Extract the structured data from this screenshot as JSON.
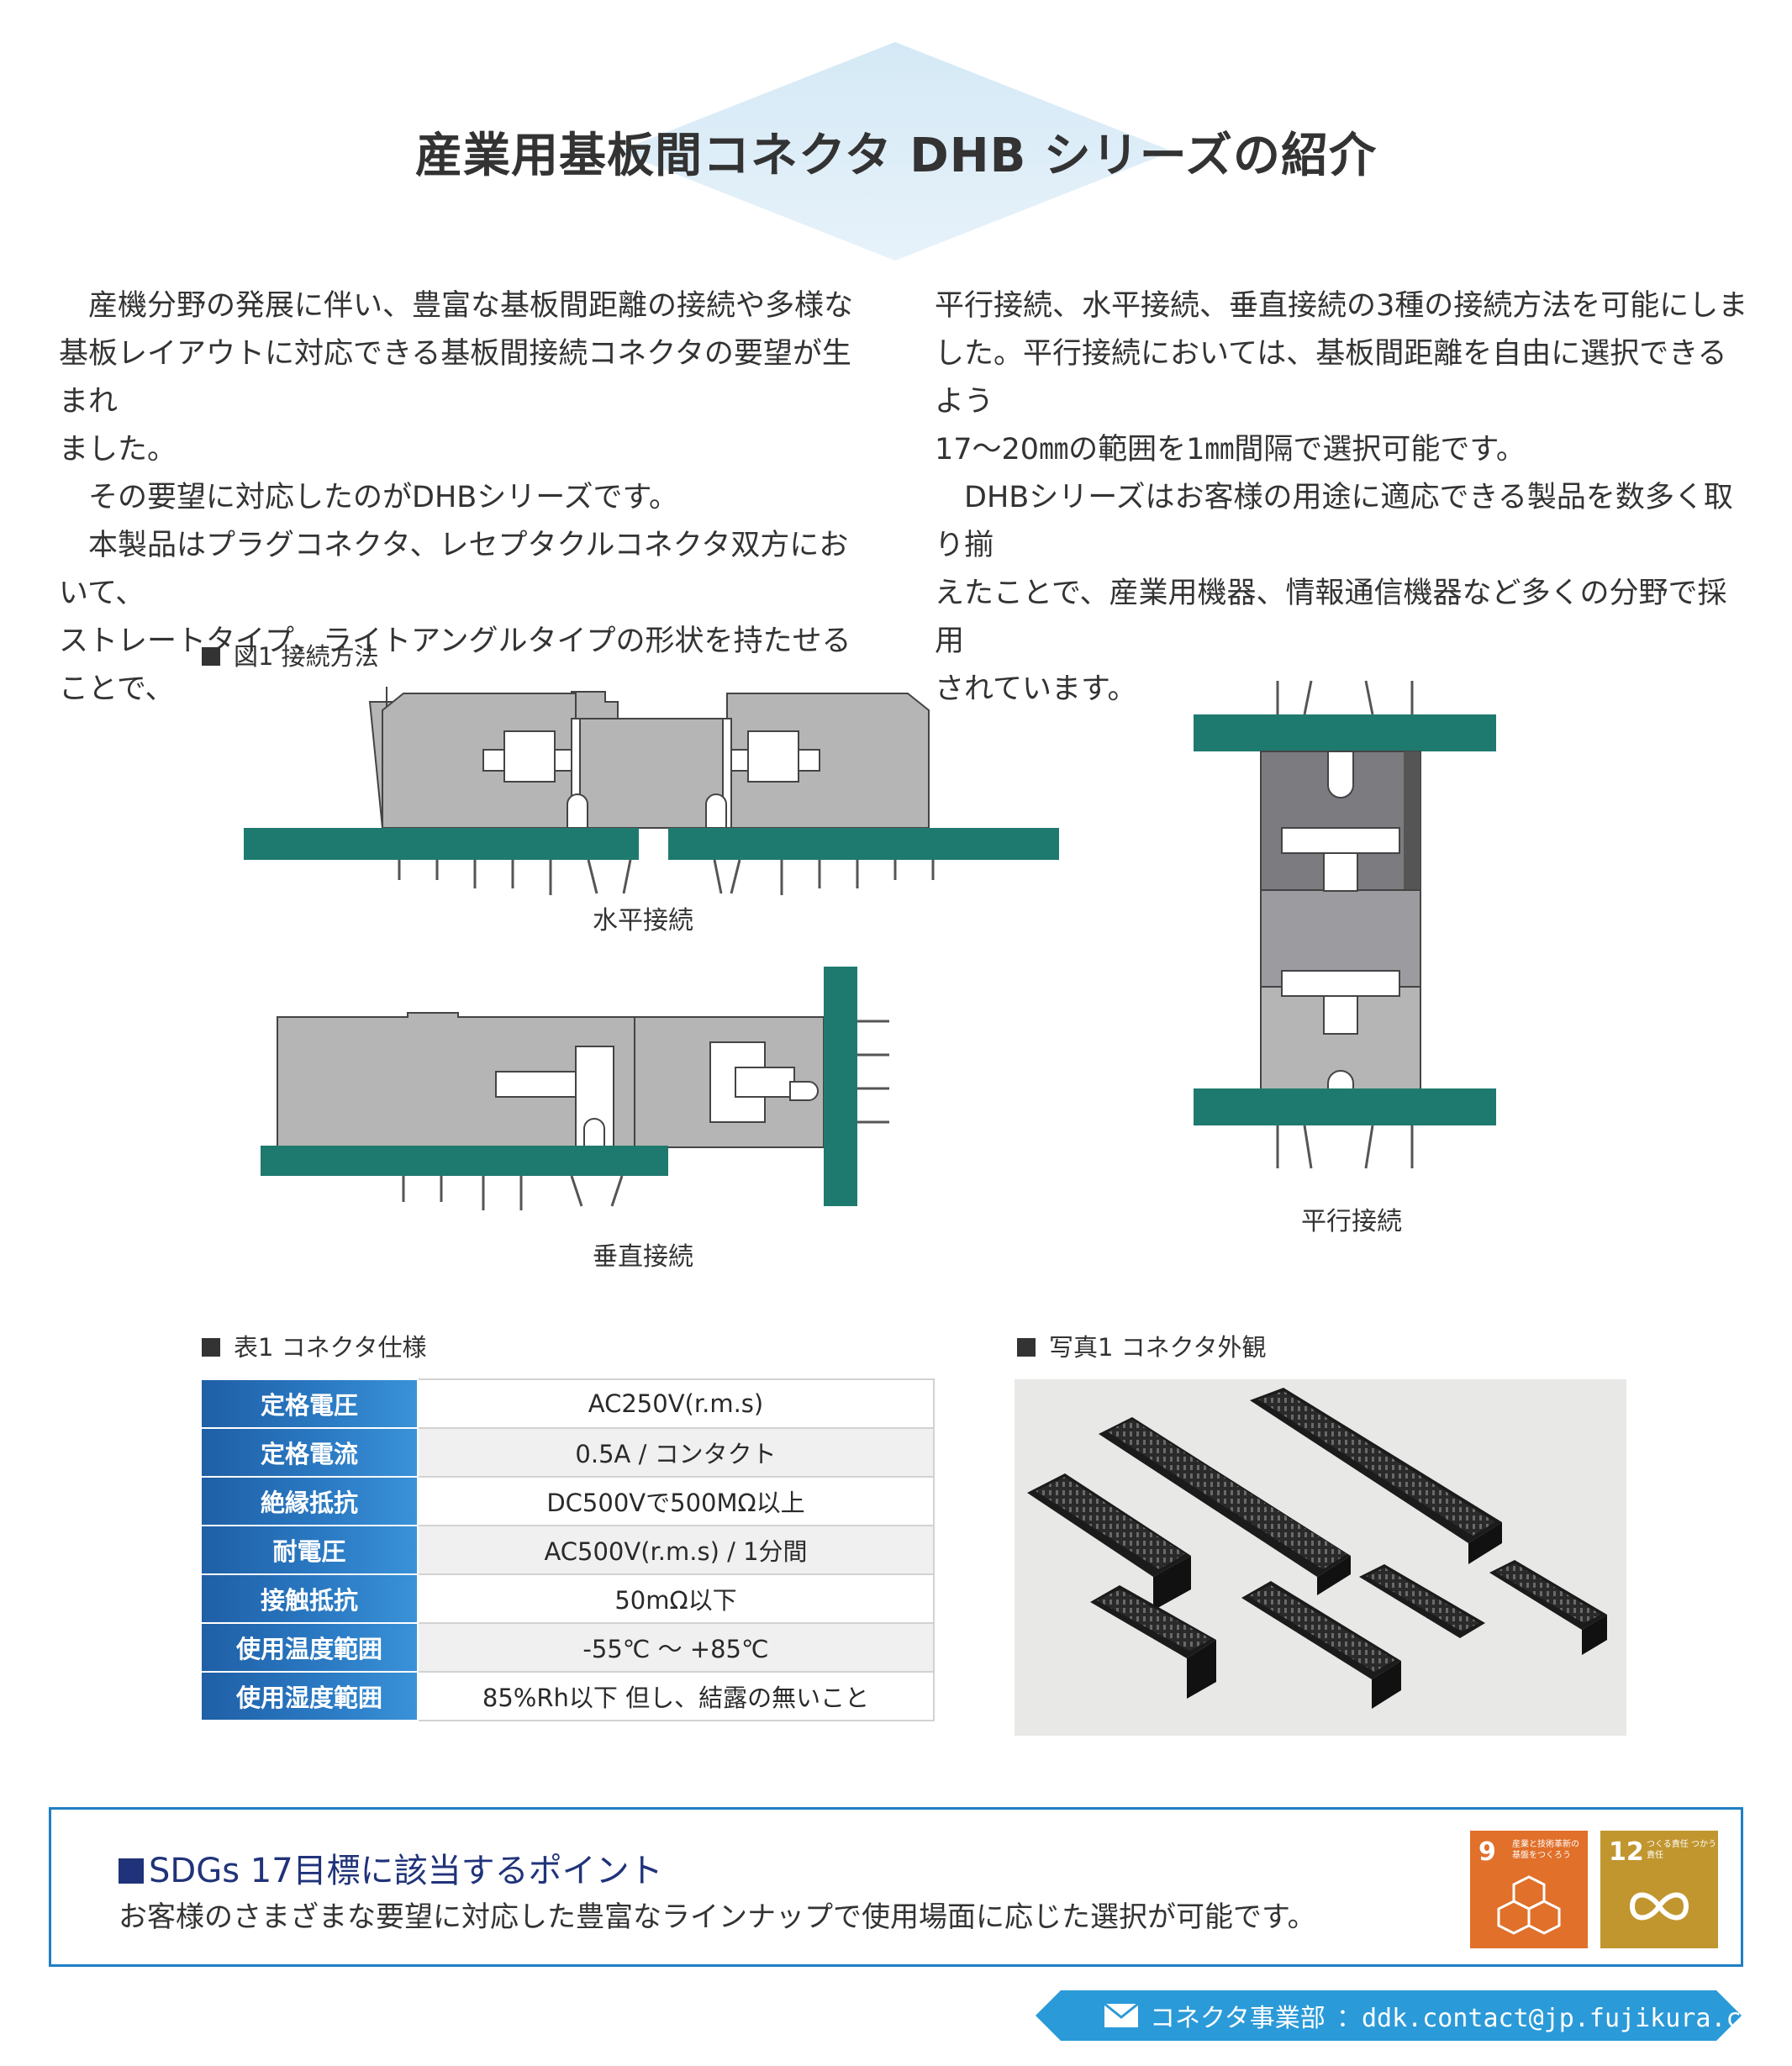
{
  "title": "産業用基板間コネクタ DHB シリーズの紹介",
  "intro_left": [
    "産機分野の発展に伴い、豊富な基板間距離の接続や多様な",
    "基板レイアウトに対応できる基板間接続コネクタの要望が生まれ",
    "ました。",
    "その要望に対応したのがDHBシリーズです。",
    "本製品はプラグコネクタ、レセプタクルコネクタ双方において、",
    "ストレートタイプ、ライトアングルタイプの形状を持たせることで、"
  ],
  "intro_right": [
    "平行接続、水平接続、垂直接続の3種の接続方法を可能にしま",
    "した。平行接続においては、基板間距離を自由に選択できるよう",
    "17～20㎜の範囲を1㎜間隔で選択可能です。",
    "DHBシリーズはお客様の用途に適応できる製品を数多く取り揃",
    "えたことで、産業用機器、情報通信機器など多くの分野で採用",
    "されています。"
  ],
  "figure1": {
    "caption": "図1 接続方法",
    "labels": {
      "horizontal": "水平接続",
      "vertical": "垂直接続",
      "parallel": "平行接続"
    }
  },
  "table1": {
    "caption": "表1 コネクタ仕様",
    "rows": [
      {
        "key": "定格電圧",
        "value": "AC250V(r.m.s)"
      },
      {
        "key": "定格電流",
        "value": "0.5A / コンタクト"
      },
      {
        "key": "絶縁抵抗",
        "value": "DC500Vで500MΩ以上"
      },
      {
        "key": "耐電圧",
        "value": "AC500V(r.m.s) / 1分間"
      },
      {
        "key": "接触抵抗",
        "value": "50mΩ以下"
      },
      {
        "key": "使用温度範囲",
        "value": "-55℃ ～ +85℃"
      },
      {
        "key": "使用湿度範囲",
        "value": "85%Rh以下 但し、結露の無いこと"
      }
    ]
  },
  "photo1": {
    "caption": "写真1 コネクタ外観"
  },
  "sdgs": {
    "heading": "SDGs 17目標に該当するポイント",
    "text": "お客様のさまざまな要望に対応した豊富なラインナップで使用場面に応じた選択が可能です。",
    "goals": [
      {
        "number": "9",
        "text": "産業と技術革新の基盤をつくろう",
        "color": "#e0702a",
        "icon": "cubes-icon"
      },
      {
        "number": "12",
        "text": "つくる責任 つかう責任",
        "color": "#c1962f",
        "icon": "infinity-icon"
      }
    ]
  },
  "footer": {
    "department": "コネクタ事業部",
    "email": "：ddk.contact@jp.fujikura.com",
    "icon": "mail-icon"
  },
  "colors": {
    "pcb": "#1e7a6e",
    "connector": "#b5b5b5",
    "accent": "#1f7fc5",
    "navy": "#20337a"
  }
}
